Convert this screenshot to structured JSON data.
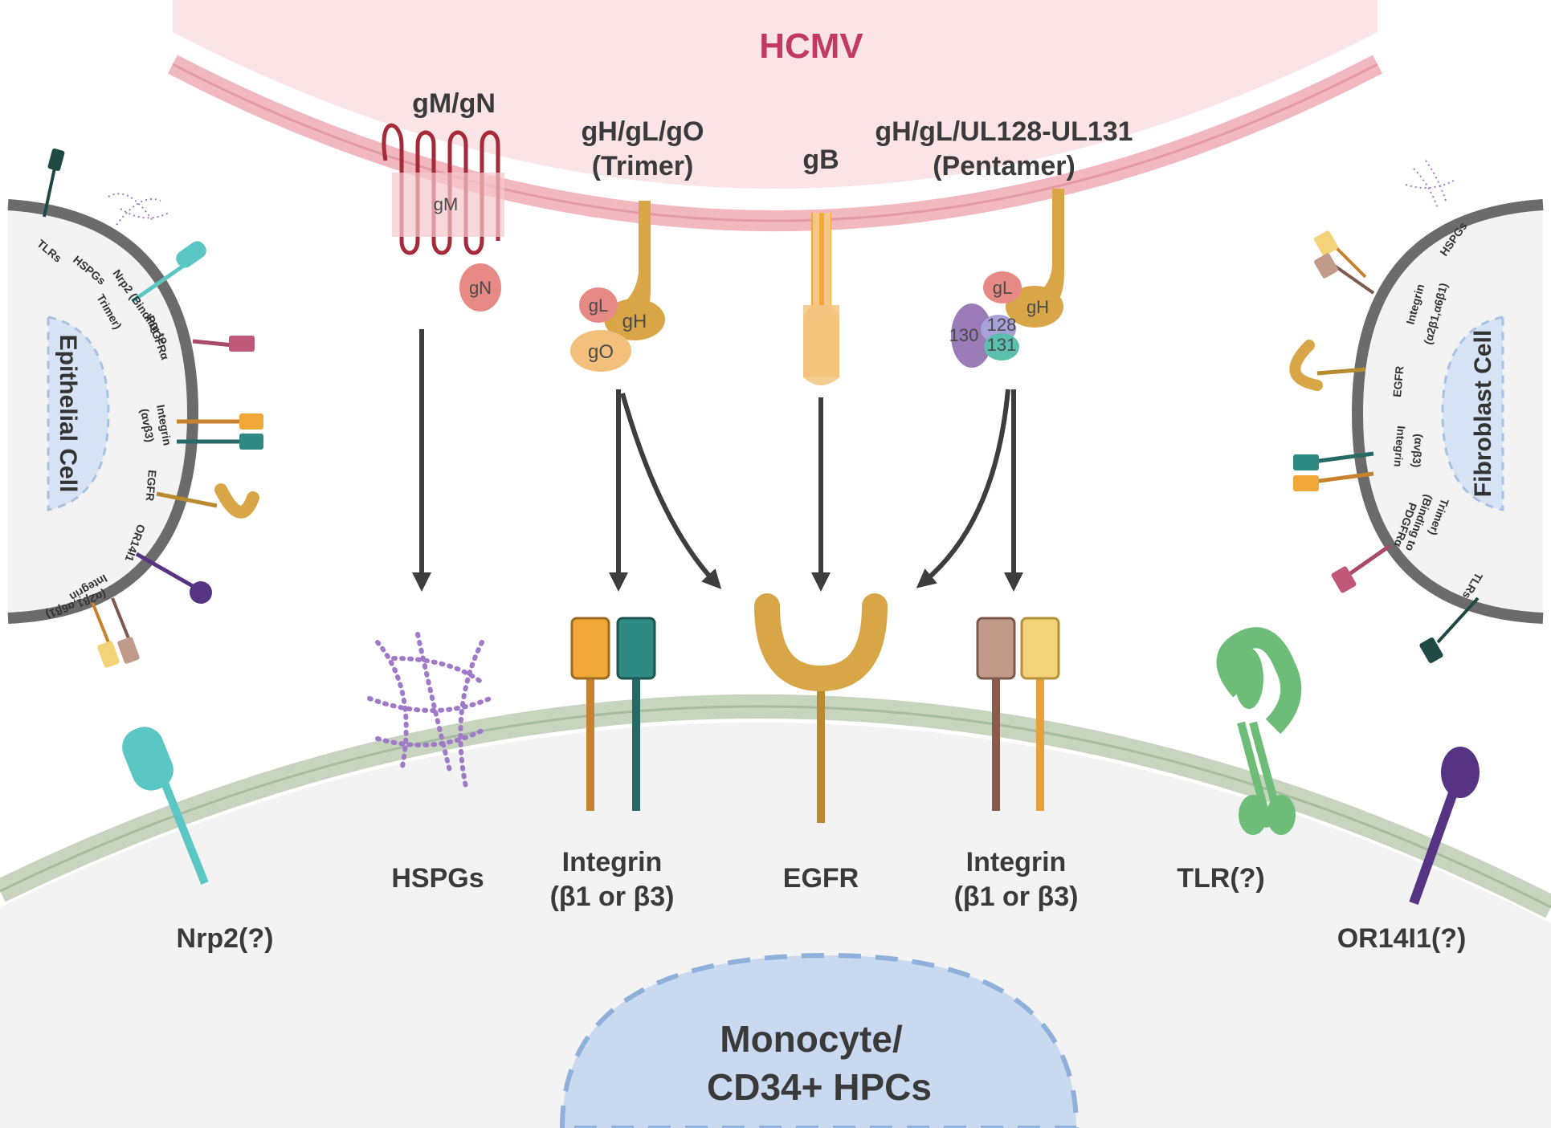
{
  "virus": {
    "title": "HCMV",
    "complex_gmgn": "gM/gN",
    "label_gM": "gM",
    "label_gN": "gN",
    "trimer_line1": "gH/gL/gO",
    "trimer_line2": "(Trimer)",
    "label_gB": "gB",
    "pentamer_line1": "gH/gL/UL128-UL131",
    "pentamer_line2": "(Pentamer)",
    "sub_gL": "gL",
    "sub_gH": "gH",
    "sub_gO": "gO",
    "sub_130": "130",
    "sub_128": "128",
    "sub_131": "131"
  },
  "monocyte": {
    "title_line1": "Monocyte/",
    "title_line2": "CD34+ HPCs",
    "receptors": {
      "hspgs": "HSPGs",
      "integrin1_line1": "Integrin",
      "integrin1_line2": "(β1 or β3)",
      "egfr": "EGFR",
      "integrin2_line1": "Integrin",
      "integrin2_line2": "(β1 or β3)",
      "tlr": "TLR(?)",
      "nrp2": "Nrp2(?)",
      "or14i1": "OR14I1(?)"
    }
  },
  "epithelial": {
    "title": "Epithelial Cell",
    "tlrs": "TLRs",
    "hspgs": "HSPGs",
    "nrp2": "Nrp2 (Binding to",
    "nrp2_b": "Trimer)",
    "pdgfra": "PDGFRα",
    "integrin_avb3_a": "Integrin",
    "integrin_avb3_b": "(αvβ3)",
    "egfr": "EGFR",
    "or14i1": "OR14I1",
    "integrin_a2_a": "Integrin",
    "integrin_a2_b": "(α2β1,α6β1)"
  },
  "fibroblast": {
    "title": "Fibroblast Cell",
    "hspgs": "HSPGs",
    "integrin_a2_a": "Integrin",
    "integrin_a2_b": "(α2β1,α6β1)",
    "egfr": "EGFR",
    "integrin_avb3_a": "Integrin",
    "integrin_avb3_b": "(αvβ3)",
    "pdgfra_a": "PDGFRα",
    "pdgfra_b": "(Binding to",
    "pdgfra_c": "Trimer)",
    "tlrs": "TLRs"
  },
  "colors": {
    "virus_fill": "#fbe4e6",
    "virus_membrane": "#f2b8bf",
    "cell_fill": "#f2f3f2",
    "cell_membrane": "#c7d5bf",
    "nucleus": "#c9daf0",
    "title": "#c23a60",
    "arrow": "#3d3d3d"
  }
}
